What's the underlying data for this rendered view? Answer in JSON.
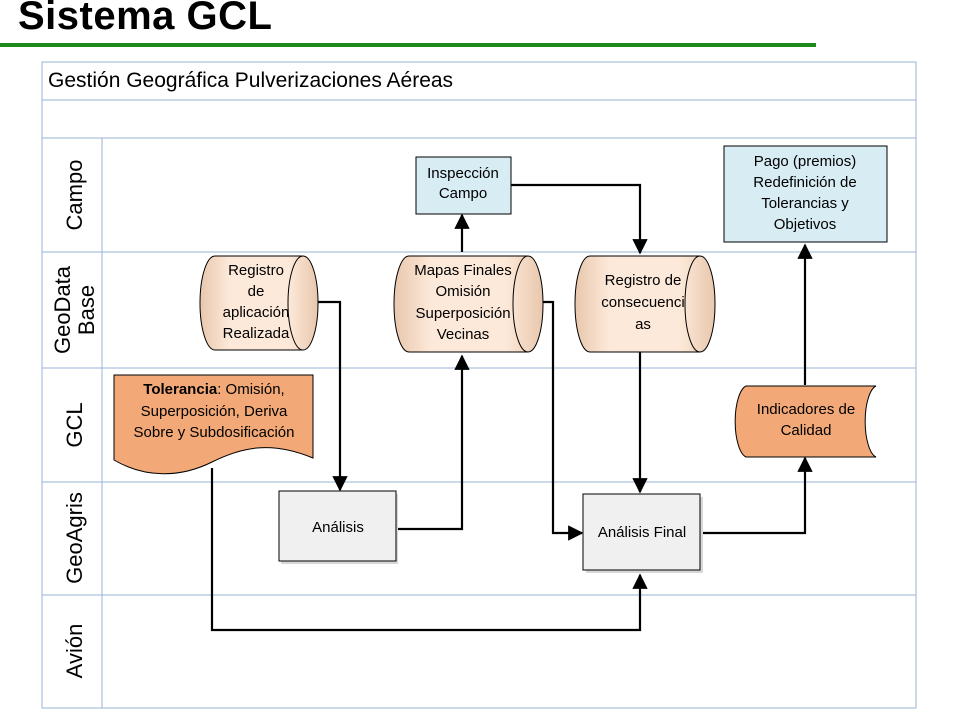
{
  "slide": {
    "title": "Sistema GCL"
  },
  "diagram": {
    "header": "Gestión Geográfica Pulverizaciones Aéreas",
    "lanes": [
      {
        "id": "campo",
        "lines": [
          "Campo"
        ]
      },
      {
        "id": "geodata",
        "lines": [
          "GeoData",
          "Base"
        ]
      },
      {
        "id": "gcl",
        "lines": [
          "GCL"
        ]
      },
      {
        "id": "geoagris",
        "lines": [
          "GeoAgris"
        ]
      },
      {
        "id": "avion",
        "lines": [
          "Avión"
        ]
      }
    ],
    "nodes": {
      "inspeccion": {
        "lines": [
          "Inspección",
          "Campo"
        ]
      },
      "pago": {
        "lines": [
          "Pago (premios)",
          "Redefinición de",
          "Tolerancias y",
          "Objetivos"
        ]
      },
      "registro_aplicacion": {
        "lines": [
          "Registro",
          "de",
          "aplicación",
          "Realizada"
        ]
      },
      "mapas_finales": {
        "lines": [
          "Mapas Finales",
          "Omisión",
          "Superposición",
          "Vecinas"
        ]
      },
      "registro_consecuencias": {
        "lines": [
          "Registro de",
          "consecuenci",
          "as"
        ]
      },
      "tolerancia": {
        "bold": "Tolerancia",
        "rest_first": ": Omisión,",
        "lines": [
          "Superposición, Deriva",
          "Sobre y Subdosificación"
        ]
      },
      "indicadores": {
        "lines": [
          "Indicadores de",
          "Calidad"
        ]
      },
      "analisis": {
        "lines": [
          "Análisis"
        ]
      },
      "analisis_final": {
        "lines": [
          "Análisis Final"
        ]
      }
    },
    "colors": {
      "lane_border": "#9ab3d6",
      "light_blue": "#d8ecf3",
      "peach": "#f6c9a4",
      "orange": "#f2a977",
      "gray_box": "#f0f0f0",
      "title_rule": "#1b8a1b"
    }
  }
}
